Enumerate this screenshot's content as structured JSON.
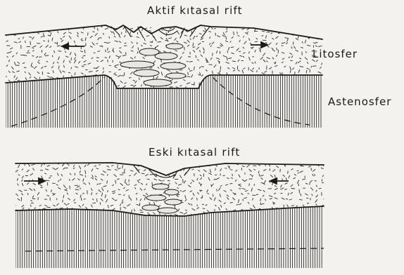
{
  "figure": {
    "panel_top": {
      "title": "Aktif kıtasal rift",
      "layer_labels": [
        "Litosfer",
        "Astenosfer"
      ]
    },
    "panel_bottom": {
      "title": "Eski kıtasal rift"
    }
  }
}
